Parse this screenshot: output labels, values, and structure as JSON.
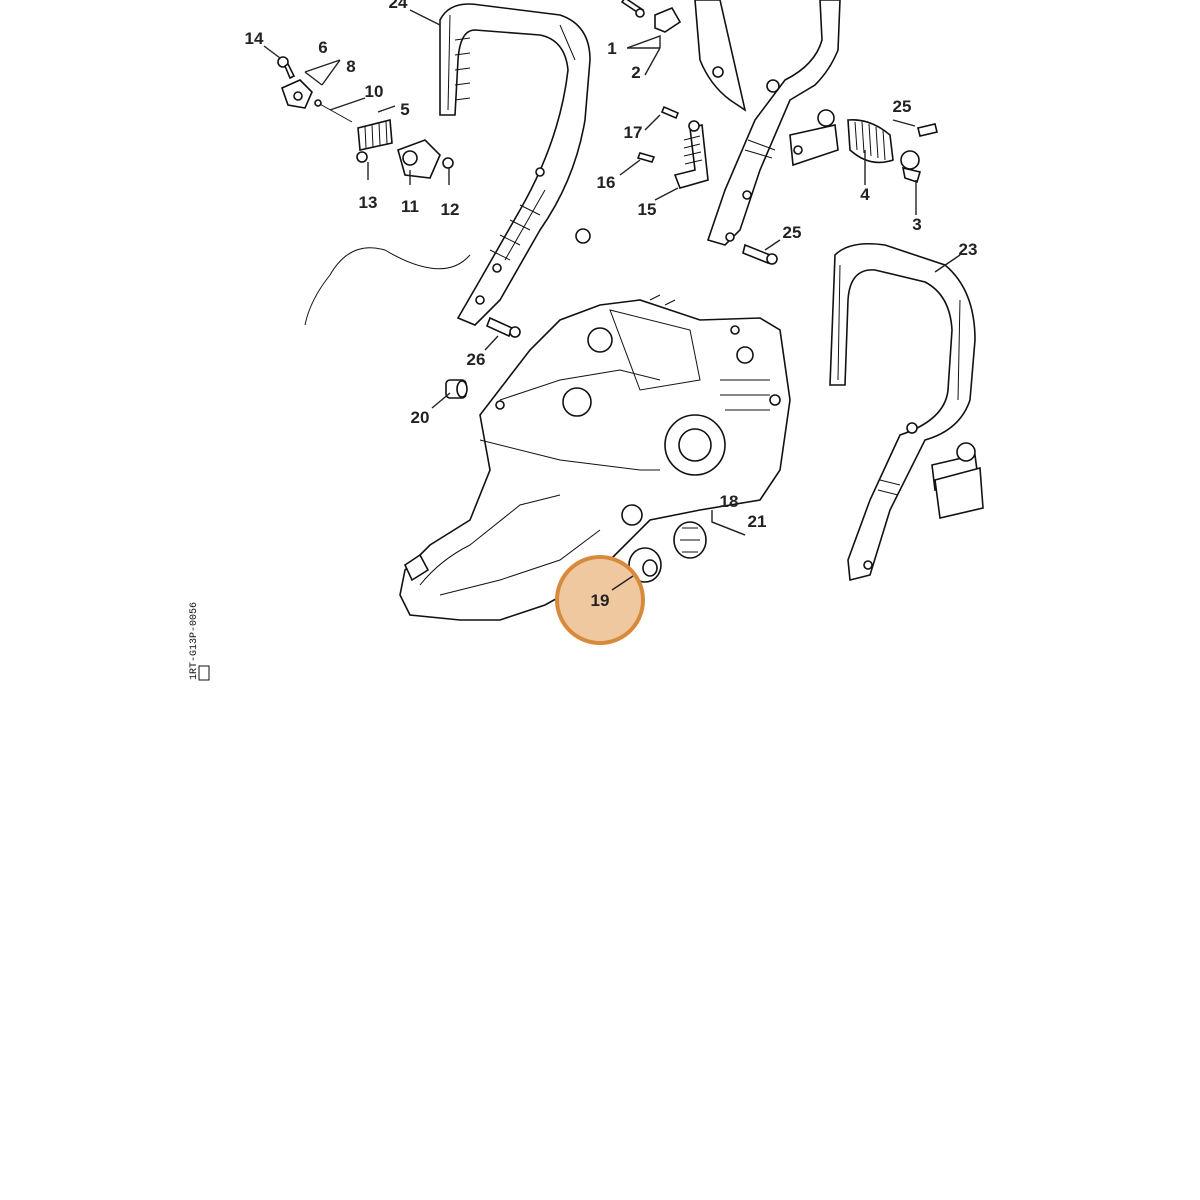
{
  "diagram": {
    "callouts": {
      "c24": "24",
      "c14": "14",
      "c6": "6",
      "c8": "8",
      "c10": "10",
      "c5": "5",
      "c13": "13",
      "c11": "11",
      "c12": "12",
      "c1": "1",
      "c2": "2",
      "c17": "17",
      "c16": "16",
      "c15": "15",
      "c25a": "25",
      "c25b": "25",
      "c4": "4",
      "c3": "3",
      "c23": "23",
      "c26": "26",
      "c20": "20",
      "c18": "18",
      "c21": "21",
      "c19": "19"
    },
    "highlight": {
      "label": "19",
      "fill": "#f0c8a0",
      "stroke": "#d9893c"
    },
    "doc_code": "1RT-G13P-0056"
  }
}
